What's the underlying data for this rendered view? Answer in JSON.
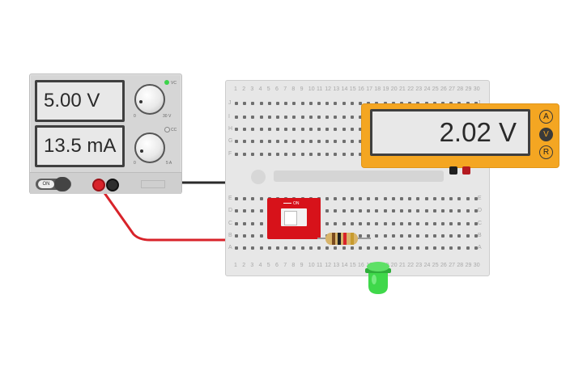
{
  "power_supply": {
    "voltage_display": "5.00 V",
    "current_display": "13.5 mA",
    "voltage_knob": {
      "min_label": "0",
      "max_label": "30 V"
    },
    "current_knob": {
      "min_label": "0",
      "max_label": "5 A"
    },
    "cv_label": "VC",
    "cc_label": "CC",
    "power_toggle_label": "ON"
  },
  "multimeter": {
    "display": "2.02 V",
    "mode_buttons": [
      "A",
      "V",
      "R"
    ],
    "active_mode": "V"
  },
  "breadboard": {
    "column_numbers": [
      "1",
      "2",
      "3",
      "4",
      "5",
      "6",
      "7",
      "8",
      "9",
      "10",
      "11",
      "12",
      "13",
      "14",
      "15",
      "16",
      "17",
      "18",
      "19",
      "20",
      "21",
      "22",
      "23",
      "24",
      "25",
      "26",
      "27",
      "28",
      "29",
      "30"
    ],
    "row_letters_top": [
      "J",
      "I",
      "H",
      "G",
      "F"
    ],
    "row_letters_bottom": [
      "E",
      "D",
      "C",
      "B",
      "A"
    ]
  },
  "slide_switch": {
    "on_label": "ON"
  },
  "colors": {
    "wire_red": "#d8232a",
    "wire_black": "#2b2b2b",
    "multimeter_body": "#f4a622",
    "switch_body": "#d7121a",
    "led_green": "#3fd84a"
  }
}
